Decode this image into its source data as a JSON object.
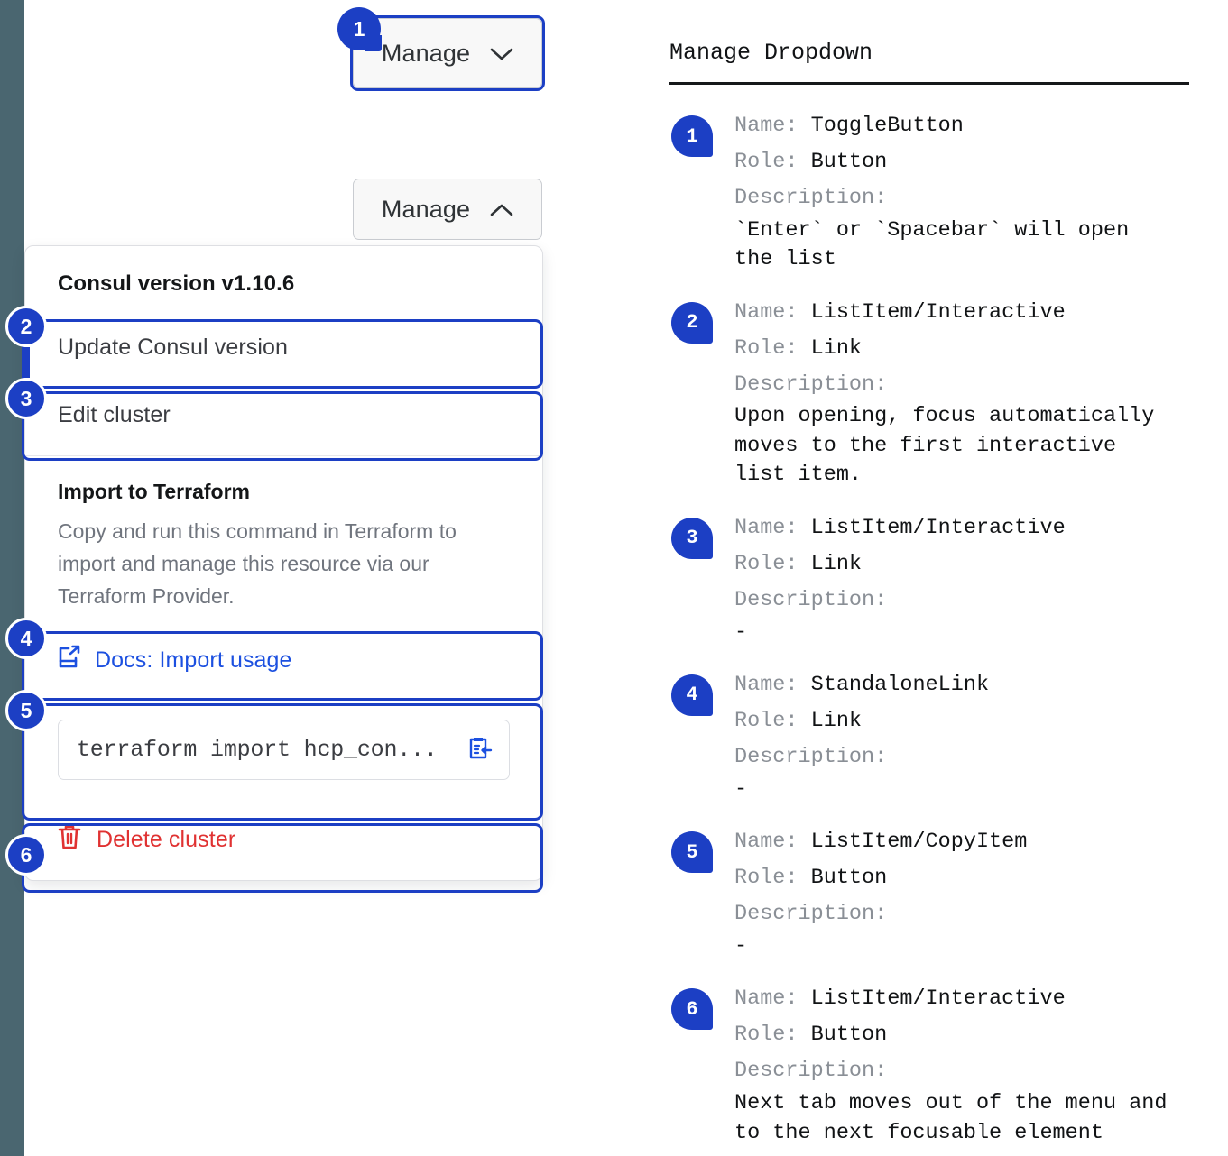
{
  "colors": {
    "accent_blue": "#1c3fc4",
    "link_blue": "#1c50e0",
    "danger_red": "#e03232",
    "rail_slate": "#4a6670",
    "muted_gray": "#70757e"
  },
  "left_pane": {
    "manage_button_closed": {
      "label": "Manage",
      "caret_icon": "chevron-down-icon",
      "state": "collapsed"
    },
    "manage_button_open": {
      "label": "Manage",
      "caret_icon": "chevron-up-icon",
      "state": "expanded"
    },
    "dropdown": {
      "heading": "Consul version v1.10.6",
      "items": [
        {
          "label": "Update Consul version",
          "kind": "link"
        },
        {
          "label": "Edit cluster",
          "kind": "link"
        }
      ],
      "terraform_section": {
        "title": "Import to Terraform",
        "body": "Copy and run this command in Terraform to import and manage this resource via our Terraform Provider.",
        "docs_link": {
          "label": "Docs: Import usage",
          "icon": "external-link-docs-icon"
        },
        "command": {
          "value": "terraform import hcp_con...",
          "copy_icon": "copy-to-clipboard-icon"
        }
      },
      "delete": {
        "label": "Delete cluster",
        "icon": "trash-icon"
      }
    },
    "markers": [
      "1",
      "2",
      "3",
      "4",
      "5",
      "6"
    ]
  },
  "right_pane": {
    "title": "Manage Dropdown",
    "labels": {
      "name": "Name:",
      "role": "Role:",
      "description": "Description:"
    },
    "entries": [
      {
        "num": "1",
        "name": "ToggleButton",
        "role": "Button",
        "description": "`Enter` or `Spacebar` will open\nthe list"
      },
      {
        "num": "2",
        "name": "ListItem/Interactive",
        "role": "Link",
        "description": "Upon opening, focus automatically\nmoves to the first interactive\nlist item."
      },
      {
        "num": "3",
        "name": "ListItem/Interactive",
        "role": "Link",
        "description": "-"
      },
      {
        "num": "4",
        "name": "StandaloneLink",
        "role": "Link",
        "description": "-"
      },
      {
        "num": "5",
        "name": "ListItem/CopyItem",
        "role": "Button",
        "description": "-"
      },
      {
        "num": "6",
        "name": "ListItem/Interactive",
        "role": "Button",
        "description": "Next tab moves out of the menu and\nto the next focusable element"
      }
    ]
  }
}
